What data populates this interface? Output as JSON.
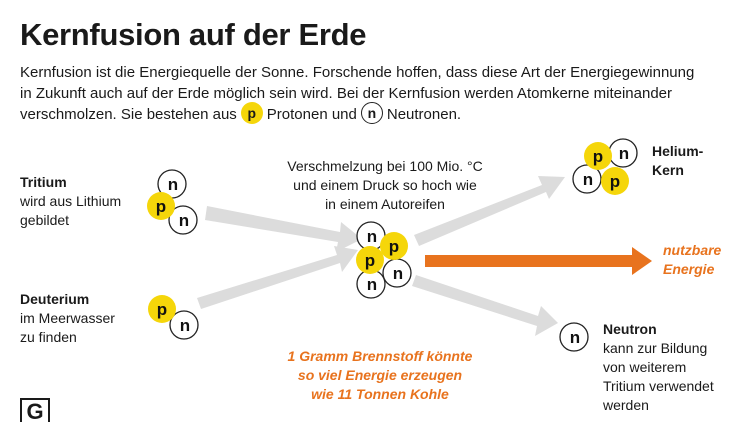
{
  "title": "Kernfusion auf der Erde",
  "intro": {
    "line1": "Kernfusion ist die Energiequelle der Sonne. Forschende hoffen, dass diese Art der Energiegewinnung",
    "line2": "in Zukunft auch auf der Erde möglich sein wird. Bei der Kernfusion werden Atomkerne miteinander",
    "line3_a": "verschmolzen. Sie bestehen aus",
    "line3_b": "Protonen und",
    "line3_c": "Neutronen."
  },
  "particles": {
    "proton": "p",
    "neutron": "n"
  },
  "tritium": {
    "name": "Tritium",
    "line1": "wird aus Lithium",
    "line2": "gebildet"
  },
  "deuterium": {
    "name": "Deuterium",
    "line1": "im Meerwasser",
    "line2": "zu finden"
  },
  "fusion_condition": {
    "line1": "Verschmelzung bei 100 Mio. °C",
    "line2": "und einem Druck so hoch wie",
    "line3": "in einem Autoreifen"
  },
  "helium": {
    "line1": "Helium-",
    "line2": "Kern"
  },
  "energy": {
    "line1": "nutzbare",
    "line2": "Energie"
  },
  "neutron": {
    "name": "Neutron",
    "line1": "kann zur Bildung",
    "line2": "von weiterem",
    "line3": "Tritium verwendet",
    "line4": "werden"
  },
  "comparison": {
    "line1": "1 Gramm Brennstoff könnte",
    "line2": "so viel Energie erzeugen",
    "line3": "wie 11 Tonnen Kohle"
  },
  "logo_letter": "G",
  "colors": {
    "proton": "#f5d60a",
    "energy_arrow": "#e8731e",
    "input_arrow": "#dcdcdc"
  }
}
